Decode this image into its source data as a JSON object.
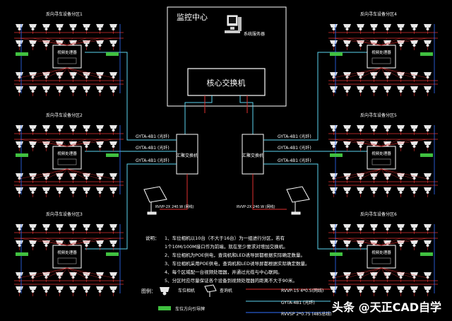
{
  "control_center": {
    "title": "监控中心",
    "server_label": "系统服务器"
  },
  "core_switch": {
    "label": "核心交换机"
  },
  "aggregation_switches": [
    {
      "label": "汇聚交换机"
    },
    {
      "label": "汇聚交换机"
    }
  ],
  "zones": [
    {
      "label": "反向寻车设备分区1",
      "box_label": "视频处理器"
    },
    {
      "label": "反向寻车设备分区2",
      "box_label": "视频处理器"
    },
    {
      "label": "反向寻车设备分区3",
      "box_label": "视频处理器"
    },
    {
      "label": "反向寻车设备分区4",
      "box_label": "视频处理器"
    },
    {
      "label": "反向寻车设备分区5",
      "box_label": "视频处理器"
    },
    {
      "label": "反向寻车设备分区6",
      "box_label": "视频处理器"
    }
  ],
  "fiber_label": "GYTA-4B1 (光纤)",
  "kiosk_cable_label": "RVVP-2X 240.W (网线)",
  "notes": {
    "title": "说明：",
    "lines": [
      "1、车位相机以10台（不大于16台）为一组进行分区，若有",
      "  1个10M/100M接口作为前端，就在至少要求对增加交换机。",
      "2、车位相机为POE供电，查询机和LED诱导屏都根据实际确定数量。",
      "3、车位相机采用POE供电，查询机和LED诱导屏都根据实际确定数量。",
      "4、每个区域配一台视频处理器，并通过光缆与中心联网。",
      "5、分区时应尽量保证各个设备到视频处理器的距离不大于90米。"
    ]
  },
  "legend": {
    "title": "图例：",
    "items": [
      {
        "label": "车位相机"
      },
      {
        "label": "查询机"
      },
      {
        "label": "车位方向引导牌"
      }
    ],
    "lines": [
      {
        "label": "RVVP-15 4*0.5(网线)",
        "color": "#e03030"
      },
      {
        "label": "GYTA-4B1 (光纤)",
        "color": "#5dd5f0"
      },
      {
        "label": "RVVSP 2*0.75 (485总线)",
        "color": "#3070ff"
      }
    ]
  },
  "watermark": {
    "text": "头条 @天正CAD自学"
  },
  "colors": {
    "fiber": "#5dd5f0",
    "ethernet": "#e03030",
    "bus": "#3070ff",
    "camera": "#e8e8e8",
    "sign": "#40c040",
    "frame": "#ffffff"
  }
}
